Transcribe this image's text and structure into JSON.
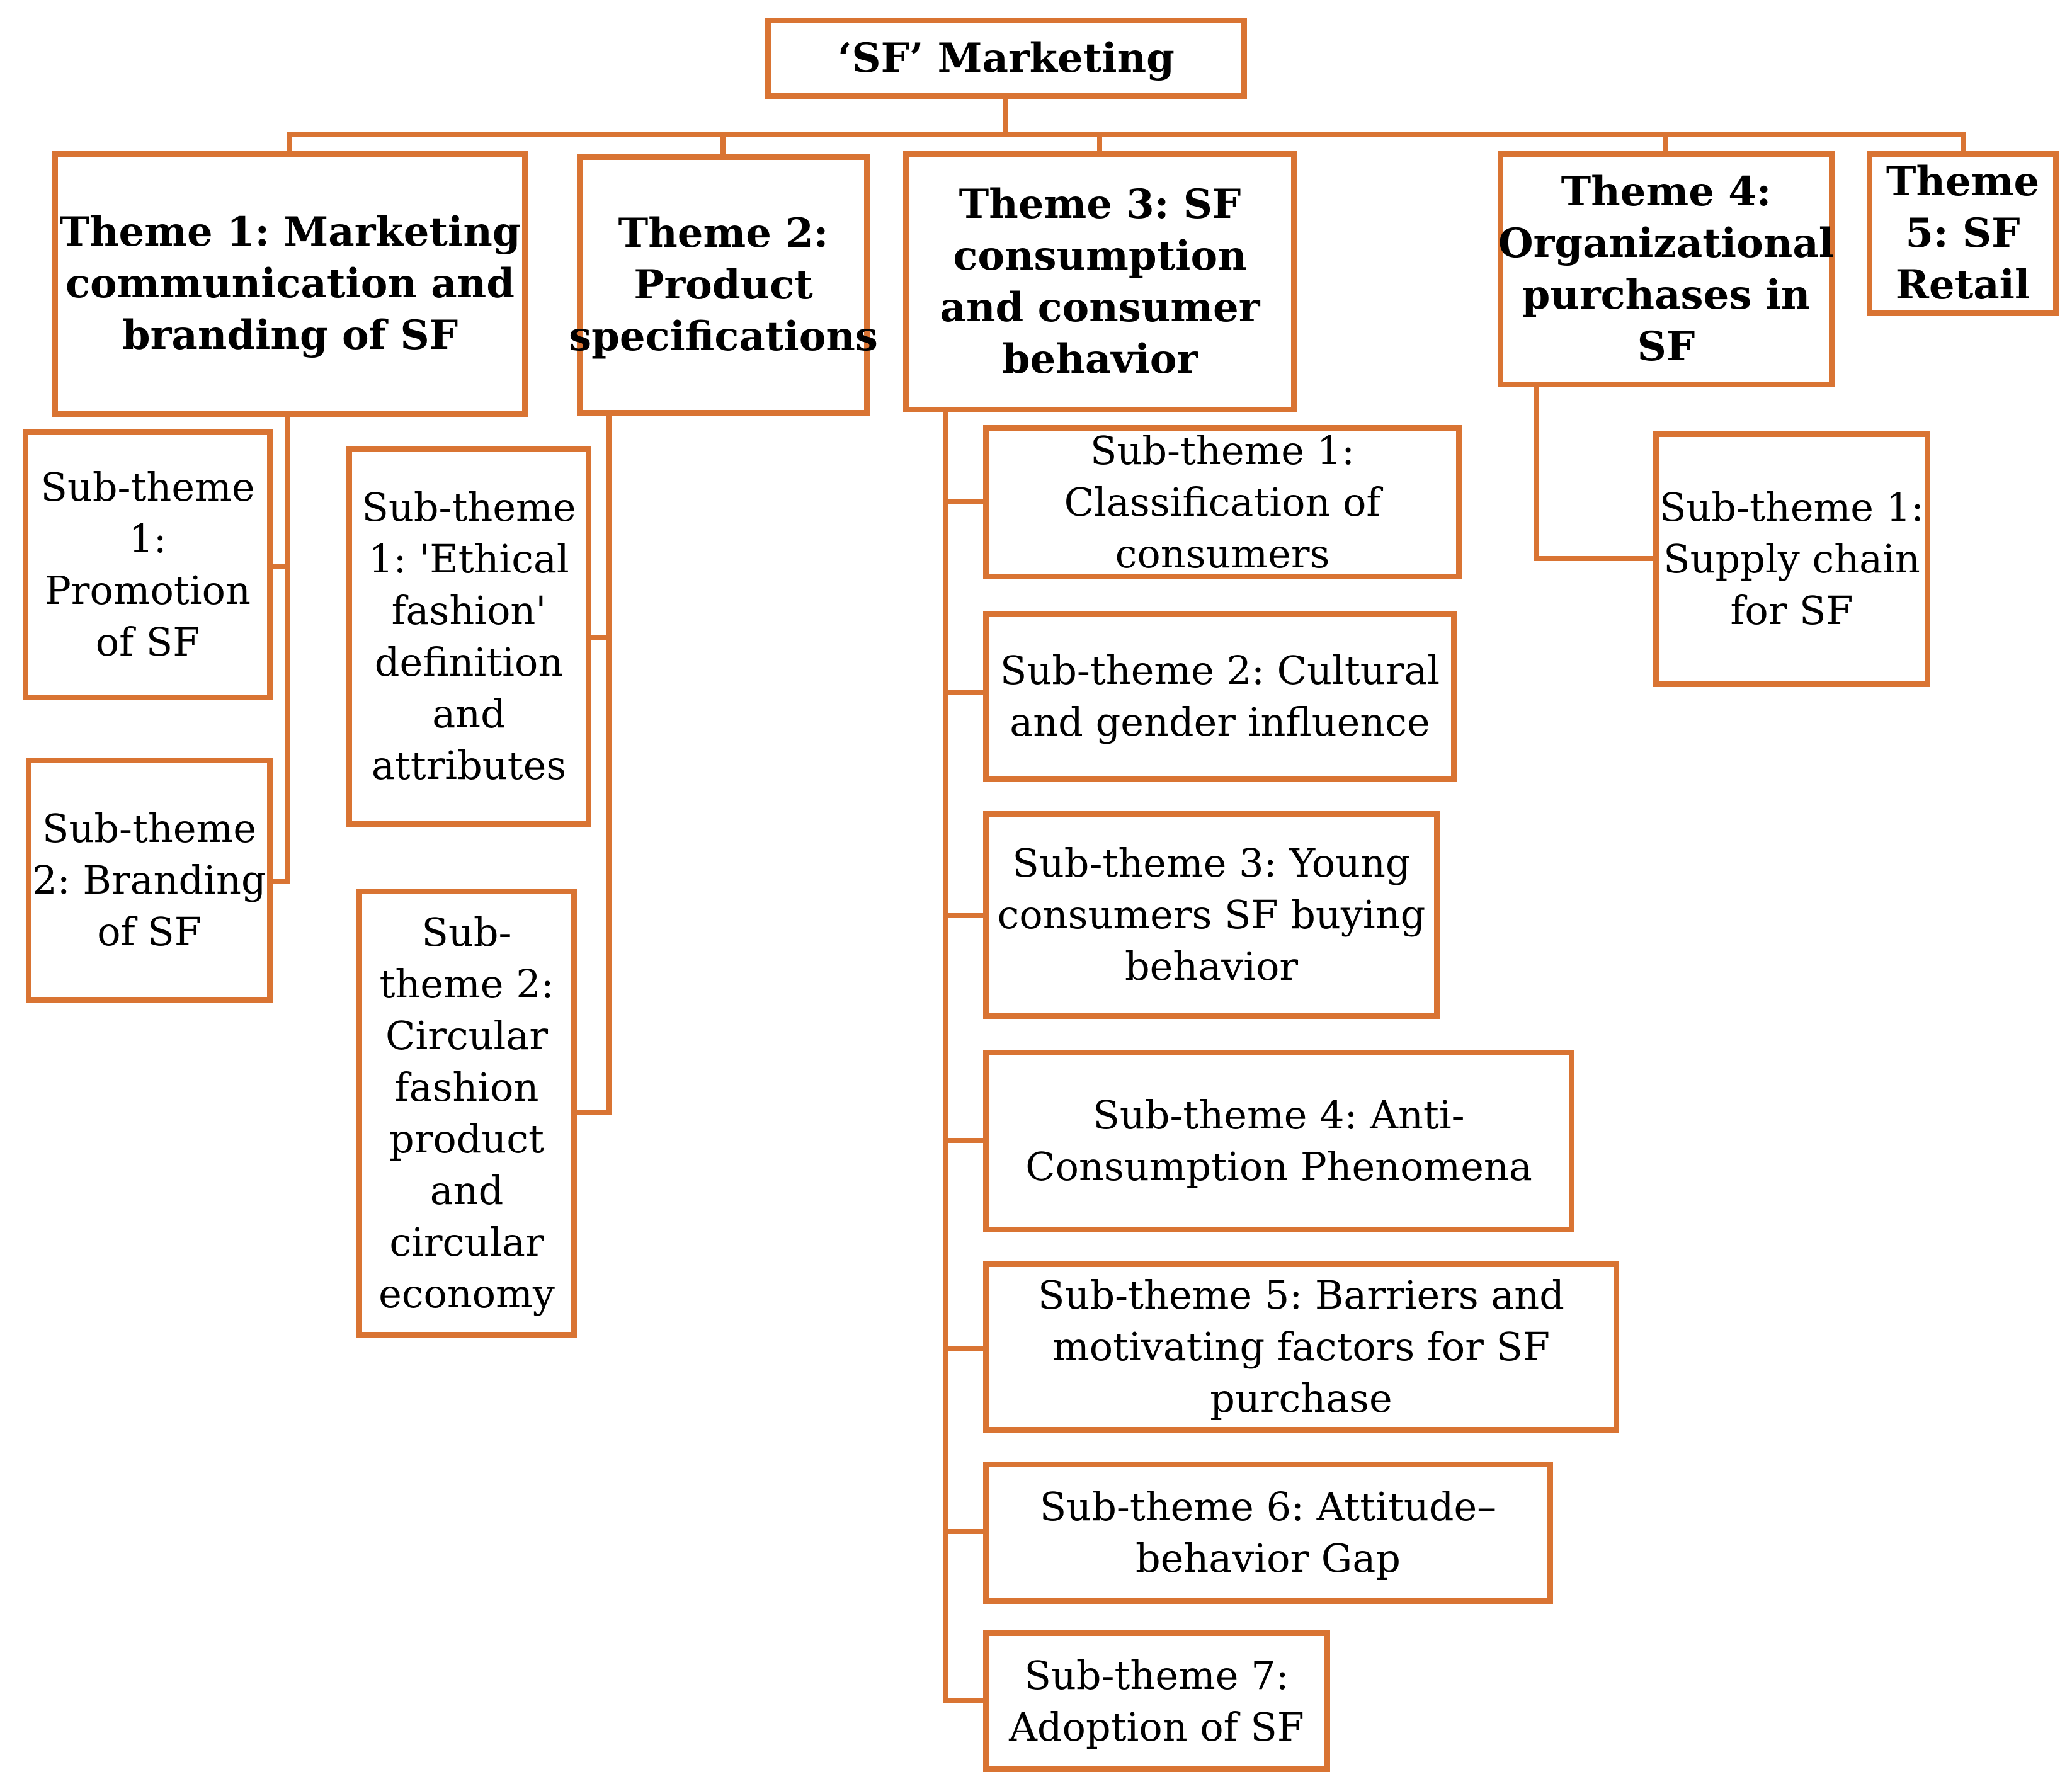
{
  "colors": {
    "accent": "#D97433",
    "text": "#000000",
    "background": "#ffffff"
  },
  "root": {
    "label": "‘SF’ Marketing"
  },
  "themes": [
    {
      "label": "Theme 1: Marketing communication and branding of SF",
      "subthemes": [
        {
          "label": "Sub-theme 1: Promotion of SF"
        },
        {
          "label": "Sub-theme 2: Branding of SF"
        }
      ]
    },
    {
      "label": "Theme 2: Product specifications",
      "subthemes": [
        {
          "label": "Sub-theme 1: 'Ethical fashion' definition and attributes"
        },
        {
          "label": "Sub-theme 2: Circular fashion product and circular economy"
        }
      ]
    },
    {
      "label": "Theme 3: SF consumption and consumer behavior",
      "subthemes": [
        {
          "label": "Sub-theme 1: Classification of consumers"
        },
        {
          "label": "Sub-theme 2: Cultural and gender influence"
        },
        {
          "label": "Sub-theme 3: Young consumers SF buying behavior"
        },
        {
          "label": "Sub-theme 4: Anti-Consumption Phenomena"
        },
        {
          "label": "Sub-theme 5: Barriers and motivating factors for SF purchase"
        },
        {
          "label": "Sub-theme 6: Attitude–behavior Gap"
        },
        {
          "label": "Sub-theme 7: Adoption of SF"
        }
      ]
    },
    {
      "label": "Theme 4: Organizational purchases in SF",
      "subthemes": [
        {
          "label": "Sub-theme 1: Supply chain for SF"
        }
      ]
    },
    {
      "label": "Theme 5: SF Retail",
      "subthemes": []
    }
  ]
}
